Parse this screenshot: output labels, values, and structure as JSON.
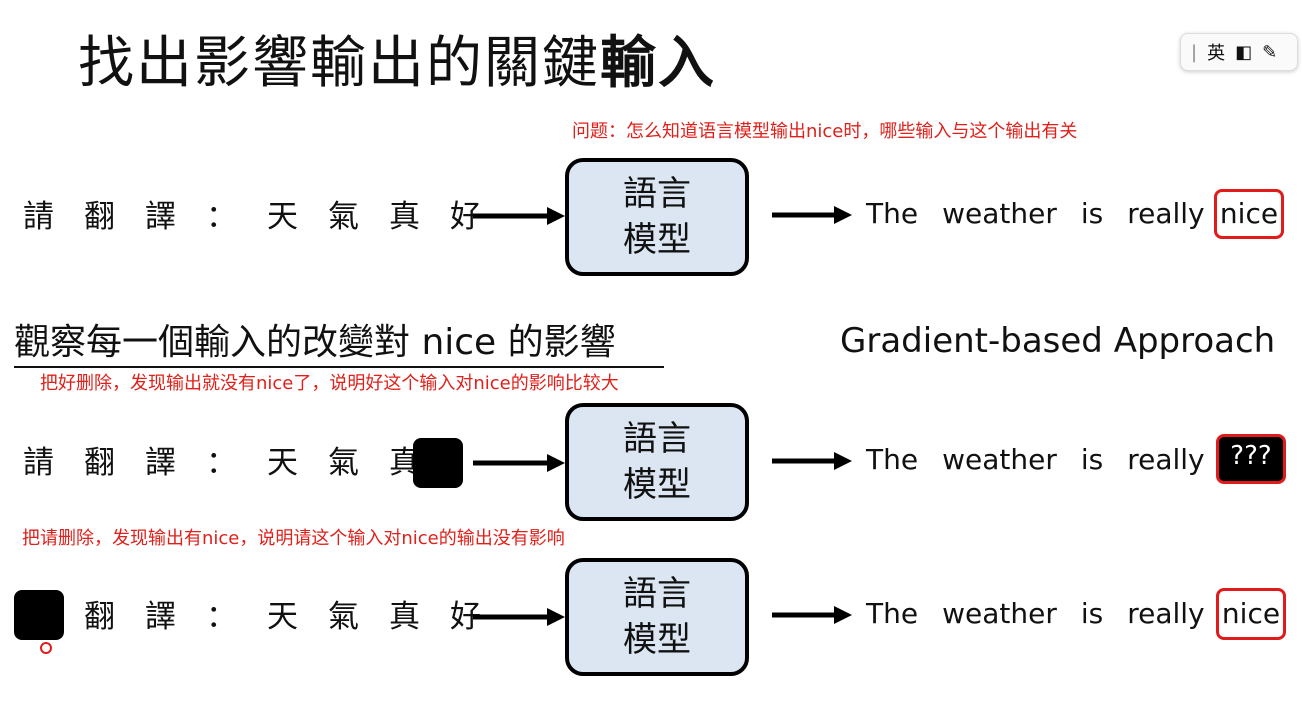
{
  "title": {
    "normal": "找出影響輸出的關鍵",
    "bold": "輸入"
  },
  "notes": {
    "question": "问题：怎么知道语言模型输出nice时，哪些输入与这个输出有关",
    "remove_hao": "把好删除，发现输出就没有nice了，说明好这个输入对nice的影响比较大",
    "remove_qing": "把请删除，发现输出有nice，说明请这个输入对nice的输出没有影响"
  },
  "model_label": {
    "line1": "語言",
    "line2": "模型"
  },
  "output_words": {
    "w1": "The",
    "w2": "weather",
    "w3": "is",
    "w4": "really",
    "nice": "nice",
    "unknown": "???"
  },
  "rows": {
    "row1": [
      "請",
      "翻",
      "譯",
      "：",
      "天",
      "氣",
      "真",
      "好"
    ],
    "row2": [
      "請",
      "翻",
      "譯",
      "：",
      "天",
      "氣",
      "真"
    ],
    "row3": [
      "翻",
      "譯",
      "：",
      "天",
      "氣",
      "真",
      "好"
    ]
  },
  "subheading": "觀察每一個輸入的改變對 nice 的影響",
  "method": "Gradient-based Approach",
  "ime_toolbar": {
    "mode": "英"
  },
  "colors": {
    "note_red": "#e0201a",
    "model_fill": "#dce6f2",
    "highlight": "#e11b1b"
  }
}
